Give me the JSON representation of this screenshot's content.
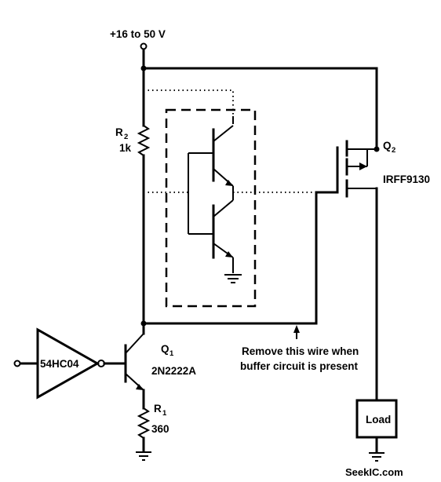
{
  "supply": {
    "label": "+16 to 50 V"
  },
  "r2": {
    "name": "R",
    "sub": "2",
    "value": "1k"
  },
  "r1": {
    "name": "R",
    "sub": "1",
    "value": "360"
  },
  "q1": {
    "name": "Q",
    "sub": "1",
    "part": "2N2222A"
  },
  "q2": {
    "name": "Q",
    "sub": "2",
    "part": "IRFF9130"
  },
  "gate": {
    "label": "54HC04"
  },
  "load": {
    "label": "Load"
  },
  "note": {
    "line1": "Remove this wire when",
    "line2": "buffer circuit is present"
  },
  "watermark": "SeekIC.com"
}
